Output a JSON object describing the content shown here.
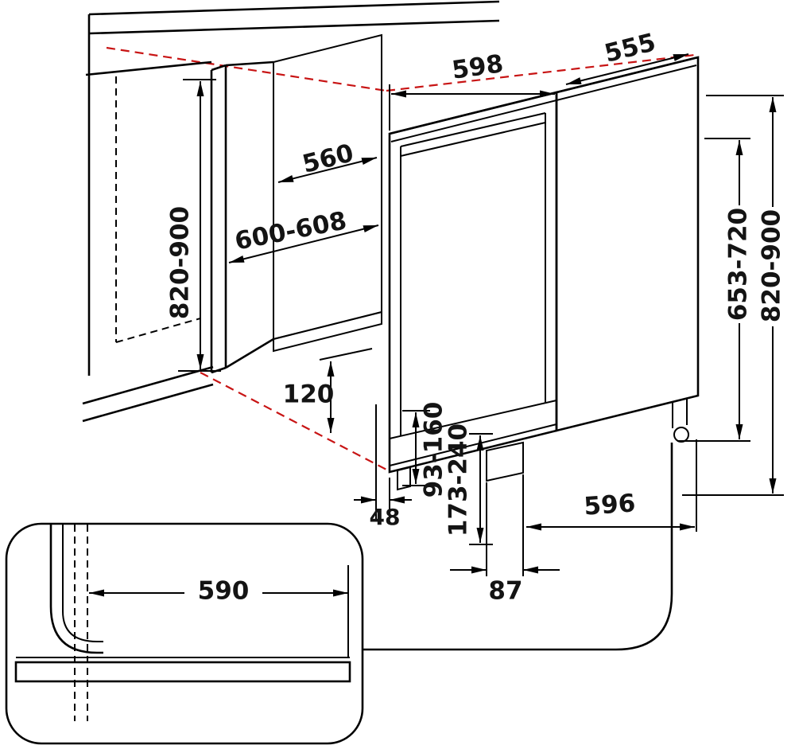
{
  "diagram": {
    "kind": "built-in dishwasher installation dimensions",
    "colors": {
      "line": "#000000",
      "alignment_red": "#c81414",
      "panel": "#a7a7a7",
      "panel_shadow": "#8d8d8d",
      "plinth": "#b9b9b9"
    },
    "labels": {
      "top_width": "598",
      "top_depth": "555",
      "panel_width": "560",
      "niche_width": "600-608",
      "niche_height_left": "820-900",
      "unit_height": "653-720",
      "niche_height_right": "820-900",
      "plinth_height_adjust": "120",
      "base_front_range": "93-160",
      "base_rear_range": "173-240",
      "front_gap": "48",
      "unit_depth": "596",
      "plinth_recess": "87",
      "plinth_board_width": "590"
    }
  }
}
